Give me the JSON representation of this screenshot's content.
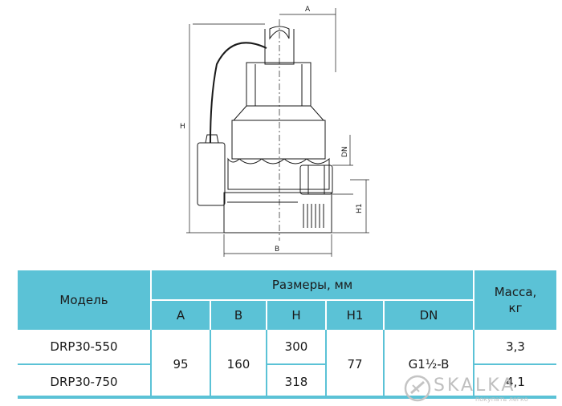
{
  "drawing": {
    "dim_a": "A",
    "dim_b": "B",
    "dim_h": "H",
    "dim_h1": "H1",
    "dim_dn": "DN"
  },
  "table": {
    "model_header": "Модель",
    "dimensions_header": "Размеры, мм",
    "mass_header": "Масса, кг",
    "col_a": "A",
    "col_b": "B",
    "col_h": "H",
    "col_h1": "H1",
    "col_dn": "DN",
    "rows": [
      {
        "model": "DRP30-550",
        "h": "300",
        "mass": "3,3"
      },
      {
        "model": "DRP30-750",
        "h": "318",
        "mass": "4,1"
      }
    ],
    "shared": {
      "a": "95",
      "b": "160",
      "h1": "77",
      "dn": "G1½-B"
    }
  },
  "watermark": {
    "brand": "SKALKA",
    "tagline": "покупать легко"
  },
  "colors": {
    "accent": "#5bc2d6"
  }
}
